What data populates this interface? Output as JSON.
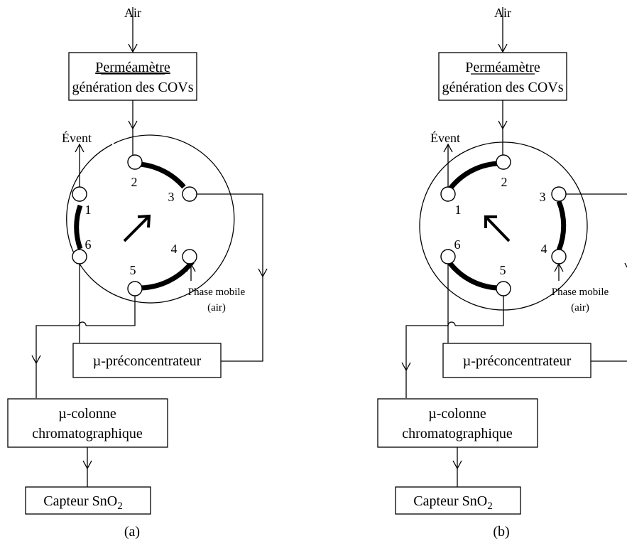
{
  "panels": [
    {
      "id": "a",
      "caption": "(a)",
      "air": "Air",
      "permeameter_title": "Perméamètre",
      "permeameter_sub": "génération des COVs",
      "vent": "Évent",
      "ports": [
        "1",
        "2",
        "3",
        "4",
        "5",
        "6"
      ],
      "phase_line1": "Phase mobile",
      "phase_line2": "(air)",
      "preconcentrator": "µ-préconcentrateur",
      "column_line1": "µ-colonne",
      "column_line2": "chromatographique",
      "sensor": "Capteur SnO",
      "sensor_sub": "2"
    },
    {
      "id": "b",
      "caption": "(b)",
      "air": "Air",
      "permeameter_title": "Perméamètre",
      "permeameter_sub": "génération des COVs",
      "vent": "Évent",
      "ports": [
        "1",
        "2",
        "3",
        "4",
        "5",
        "6"
      ],
      "phase_line1": "Phase mobile",
      "phase_line2": "(air)",
      "preconcentrator": "µ-préconcentrateur",
      "column_line1": "µ-colonne",
      "column_line2": "chromatographique",
      "sensor": "Capteur SnO",
      "sensor_sub": "2"
    }
  ]
}
